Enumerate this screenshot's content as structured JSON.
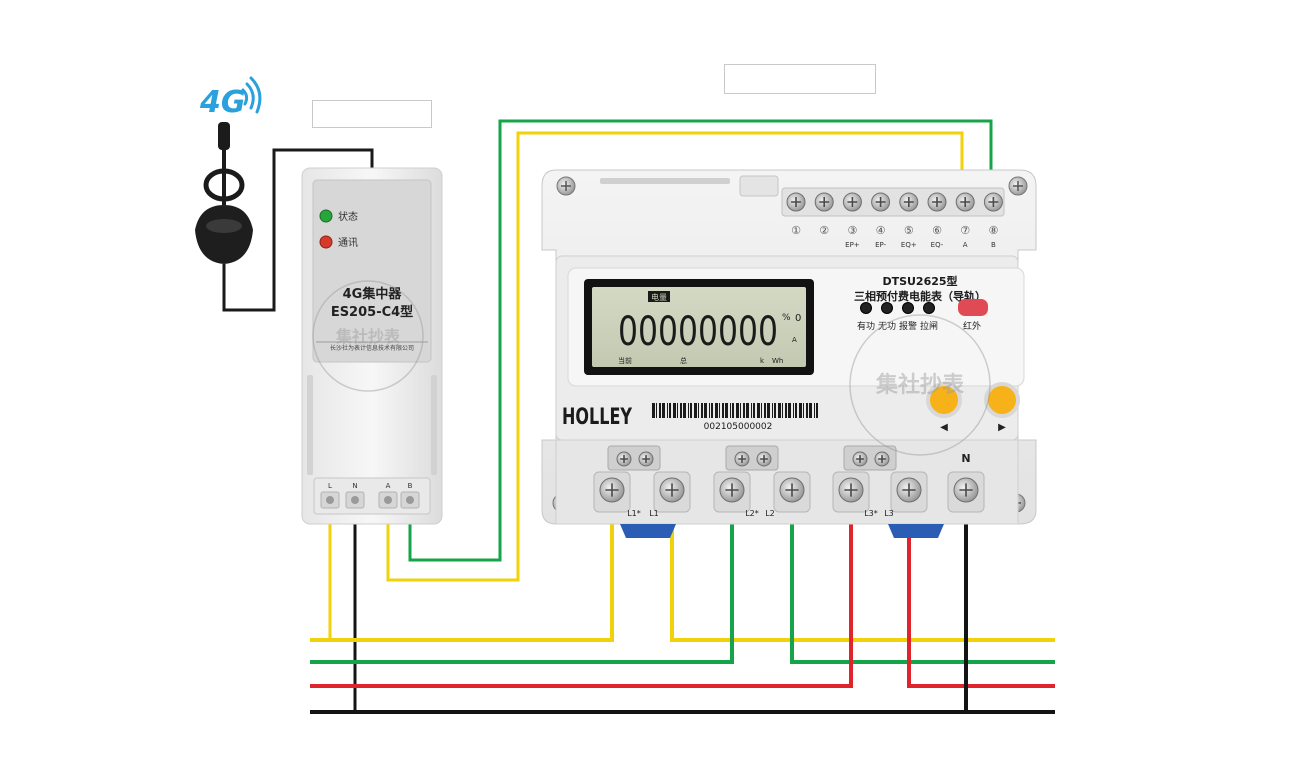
{
  "network": {
    "label": "4G"
  },
  "labels": {
    "left_box": "",
    "right_box": ""
  },
  "concentrator": {
    "led_status": "状态",
    "led_comm": "通讯",
    "title": "4G集中器",
    "model": "ES205-C4型",
    "company": "长沙社为表计信息技术有限公司",
    "terminal_letters": [
      "L",
      "N",
      "A",
      "B"
    ]
  },
  "meter": {
    "brand": "HOLLEY",
    "model": "DTSU2625型",
    "desc": "三相预付费电能表（导轨）",
    "lcd_tag": "电量",
    "lcd_digits": "00000000",
    "lcd_left": "当前",
    "lcd_mid": "总",
    "lcd_unit_k": "k",
    "lcd_unit_wh": "Wh",
    "lcd_percent": "%",
    "lcd_zero": "0",
    "lcd_a": "A",
    "indicators": [
      "有功",
      "无功",
      "报警",
      "拉闸",
      "红外"
    ],
    "barcode_number": "002105000002",
    "top_numbers": [
      "①",
      "②",
      "③",
      "④",
      "⑤",
      "⑥",
      "⑦",
      "⑧"
    ],
    "top_names": [
      "",
      "",
      "EP+",
      "EP-",
      "EQ+",
      "EQ-",
      "A",
      "B"
    ],
    "bottom_labels": [
      "L1*",
      "L1",
      "L2*",
      "L2",
      "L3*",
      "L3"
    ],
    "neutral": "N",
    "arrow_left": "◀",
    "arrow_right": "▶"
  },
  "watermark": {
    "text": "集社抄表"
  },
  "colors": {
    "yellow": "#f0d10a",
    "green": "#16a44a",
    "red": "#e0242b",
    "black": "#141414",
    "blue": "#2b5db5"
  }
}
